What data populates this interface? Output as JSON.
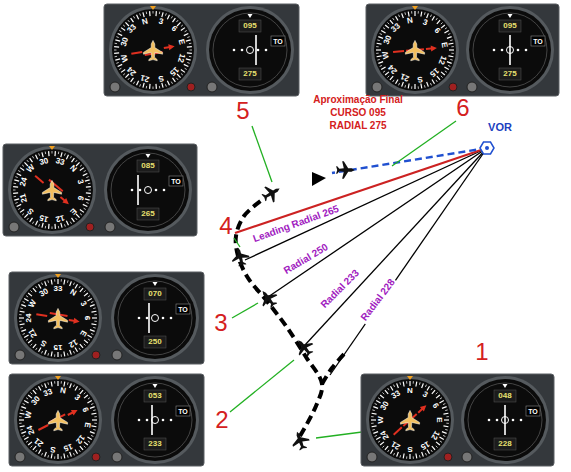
{
  "diagram": {
    "labels": [
      "1",
      "2",
      "3",
      "4",
      "5",
      "6",
      "VOR",
      "Aproximação Final",
      "CURSO 095",
      "RADIAL 275",
      "Leading Radial 265",
      "Radial 250",
      "Radial 233",
      "Radial 228",
      "048",
      "228",
      "TO",
      "053",
      "233",
      "TO",
      "070",
      "250",
      "TO",
      "085",
      "265",
      "TO",
      "095",
      "275",
      "TO",
      "095",
      "275",
      "TO",
      "N",
      "3",
      "6",
      "E",
      "12",
      "15",
      "S",
      "21",
      "24",
      "W",
      "30",
      "33",
      "N",
      "3",
      "6",
      "E",
      "12",
      "15",
      "S",
      "21",
      "24",
      "W",
      "30",
      "33",
      "N",
      "3",
      "6",
      "E",
      "12",
      "15",
      "S",
      "21",
      "24",
      "W",
      "30",
      "33",
      "N",
      "3",
      "6",
      "E",
      "12",
      "15",
      "S",
      "21",
      "24",
      "W",
      "30",
      "33",
      "N",
      "3",
      "6",
      "E",
      "12",
      "15",
      "S",
      "21",
      "24",
      "W",
      "30",
      "33",
      "N",
      "3",
      "6",
      "E",
      "12",
      "15",
      "S",
      "21",
      "24",
      "W",
      "30",
      "33"
    ]
  }
}
